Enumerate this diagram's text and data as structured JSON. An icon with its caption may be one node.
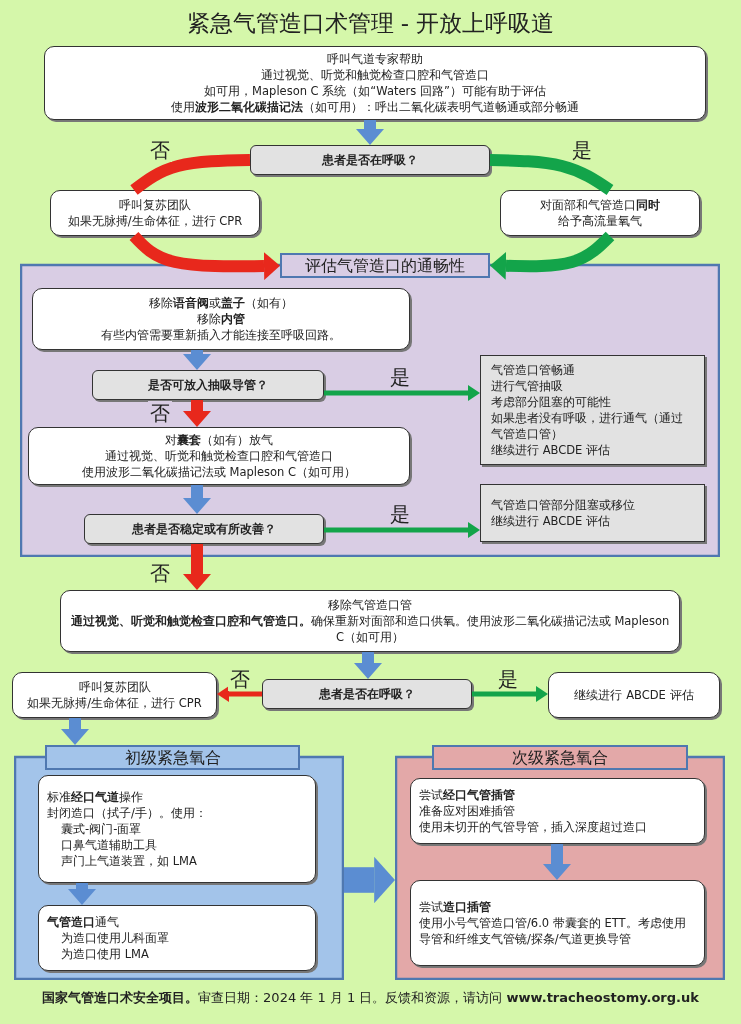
{
  "diagram": {
    "title": "紧急气管造口术管理 - 开放上呼吸道",
    "caption": "**国家气管造口术安全项目。**审查日期：2024 年 1 月 1 日。反馈和资源，请访问 **www.tracheostomy.org.uk**",
    "nodes": [
      {
        "text": [
          "呼叫气道专家帮助",
          "通过视觉、听觉和触觉检查口腔和气管造口",
          "如可用，Mapleson C 系统（如“Waters 回路”）可能有助于评估",
          "使用**波形二氧化碳描记法**（如可用）：呼出二氧化碳表明气道畅通或部分畅通"
        ]
      },
      {
        "text": [
          "患者是否在呼吸？"
        ]
      },
      {
        "text": [
          "呼叫复苏团队",
          "如果无脉搏/生命体征，进行 CPR"
        ]
      },
      {
        "text": [
          "对面部和气管造口**同时**",
          "给予高流量氧气"
        ]
      },
      {
        "text": [
          "评估气管造口的通畅性"
        ]
      },
      {
        "text": [
          "移除**语音阀**或**盖子**（如有）",
          "移除**内管**",
          "有些内管需要重新插入才能连接至呼吸回路。"
        ],
        "in": 4
      },
      {
        "text": [
          "是否可放入抽吸导管？"
        ],
        "in": 4
      },
      {
        "text": [
          "气管造口管畅通",
          "进行气管抽吸",
          "考虑部分阻塞的可能性",
          "如果患者没有呼吸，进行通气（通过气管造口管）",
          "继续进行 ABCDE 评估"
        ],
        "in": 4
      },
      {
        "text": [
          "对**囊套**（如有）放气",
          "通过视觉、听觉和触觉检查口腔和气管造口",
          "使用波形二氧化碳描记法或 Mapleson C（如可用）"
        ],
        "in": 4
      },
      {
        "text": [
          "患者是否稳定或有所改善？"
        ],
        "in": 4
      },
      {
        "text": [
          "气管造口管部分阻塞或移位",
          "继续进行 ABCDE 评估"
        ],
        "in": 4
      },
      {
        "text": [
          "移除气管造口管",
          "**通过视觉、听觉和触觉检查口腔和气管造口。**确保重新对面部和造口供氧。使用波形二氧化碳描记法或 Mapleson C（如可用）"
        ]
      },
      {
        "text": [
          "呼叫复苏团队",
          "如果无脉搏/生命体征，进行 CPR"
        ]
      },
      {
        "text": [
          "患者是否在呼吸？"
        ]
      },
      {
        "text": [
          "继续进行 ABCDE 评估"
        ]
      },
      {
        "text": [
          "初级紧急氧合"
        ]
      },
      {
        "text": [
          "标准**经口气道**操作",
          "封闭造口（拭子/手）。使用：",
          "囊式-阀门-面罩",
          "口鼻气道辅助工具",
          "声门上气道装置，如 LMA"
        ],
        "in": 15
      },
      {
        "text": [
          "**气管造口**通气",
          "为造口使用儿科面罩",
          "为造口使用 LMA"
        ],
        "in": 15
      },
      {
        "text": [
          "次级紧急氧合"
        ]
      },
      {
        "text": [
          "尝试**经口气管插管**",
          "准备应对困难插管",
          "使用未切开的气管导管，插入深度超过造口"
        ],
        "in": 18
      },
      {
        "text": [
          "尝试**造口插管**",
          "使用小号气管造口管/6.0 带囊套的 ETT。考虑使用导管和纤维支气管镜/探条/气道更换导管"
        ],
        "in": 18
      }
    ],
    "edges": [
      {
        "from": 0,
        "to": 1,
        "arrow": "to"
      },
      {
        "from": 1,
        "to": 2,
        "arrow": "none",
        "label": "否",
        "color": "#e8281c"
      },
      {
        "from": 2,
        "to": 4,
        "arrow": "to",
        "color": "#e8281c"
      },
      {
        "from": 1,
        "to": 3,
        "arrow": "none",
        "label": "是",
        "color": "#13a44a"
      },
      {
        "from": 3,
        "to": 4,
        "arrow": "to",
        "color": "#13a44a"
      },
      {
        "from": 5,
        "to": 6,
        "arrow": "to"
      },
      {
        "from": 6,
        "to": 7,
        "arrow": "to",
        "label": "是",
        "color": "#13a44a"
      },
      {
        "from": 6,
        "to": 8,
        "arrow": "to",
        "label": "否",
        "color": "#e8281c"
      },
      {
        "from": 8,
        "to": 9,
        "arrow": "to"
      },
      {
        "from": 9,
        "to": 10,
        "arrow": "to",
        "label": "是",
        "color": "#13a44a"
      },
      {
        "from": 9,
        "to": 11,
        "arrow": "to",
        "label": "否",
        "color": "#e8281c"
      },
      {
        "from": 11,
        "to": 13,
        "arrow": "to"
      },
      {
        "from": 13,
        "to": 12,
        "arrow": "to",
        "label": "否",
        "color": "#e8281c"
      },
      {
        "from": 13,
        "to": 14,
        "arrow": "to",
        "label": "是",
        "color": "#13a44a"
      },
      {
        "from": 12,
        "to": 15,
        "arrow": "to"
      },
      {
        "from": 16,
        "to": 17,
        "arrow": "to"
      },
      {
        "from": 15,
        "to": 18,
        "arrow": "to",
        "style": "thick"
      },
      {
        "from": 19,
        "to": 20,
        "arrow": "to"
      }
    ]
  }
}
